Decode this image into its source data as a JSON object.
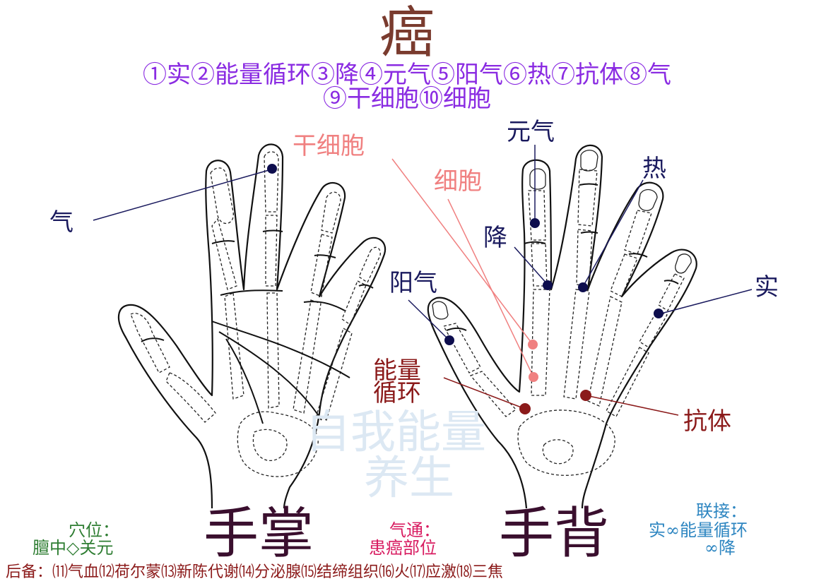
{
  "title": "癌",
  "legend_line1": "①实②能量循环③降④元气⑤阳气⑥热⑦抗体⑧气",
  "legend_line2": "⑨干细胞⑩细胞",
  "labels": {
    "qi": "气",
    "ganxibao": "干细胞",
    "xibao": "细胞",
    "yuanqi": "元气",
    "re": "热",
    "jiang": "降",
    "yangqi": "阳气",
    "shi": "实",
    "nengliang": "能量",
    "xunhuan": "循环",
    "kangti": "抗体"
  },
  "watermark": [
    "自我能量",
    "养生"
  ],
  "palm_title": "手掌",
  "back_title": "手背",
  "acupoints_label": "穴位：",
  "acupoints_value": "膻中◇关元",
  "qitong_label": "气通：",
  "qitong_value": "患癌部位",
  "connect_label": "联接：",
  "connect_line1": "实∞能量循环",
  "connect_line2": "∞降",
  "footer": "后备：⑾气血⑿荷尔蒙⒀新陈代谢⒁分泌腺⒂结缔组织⒃火⒄应激⒅三焦",
  "colors": {
    "navy": "#1a1a5e",
    "pink": "#f08080",
    "maroon": "#8b1a1a",
    "legend": "#8a2be2",
    "title": "#7a3b2e"
  }
}
